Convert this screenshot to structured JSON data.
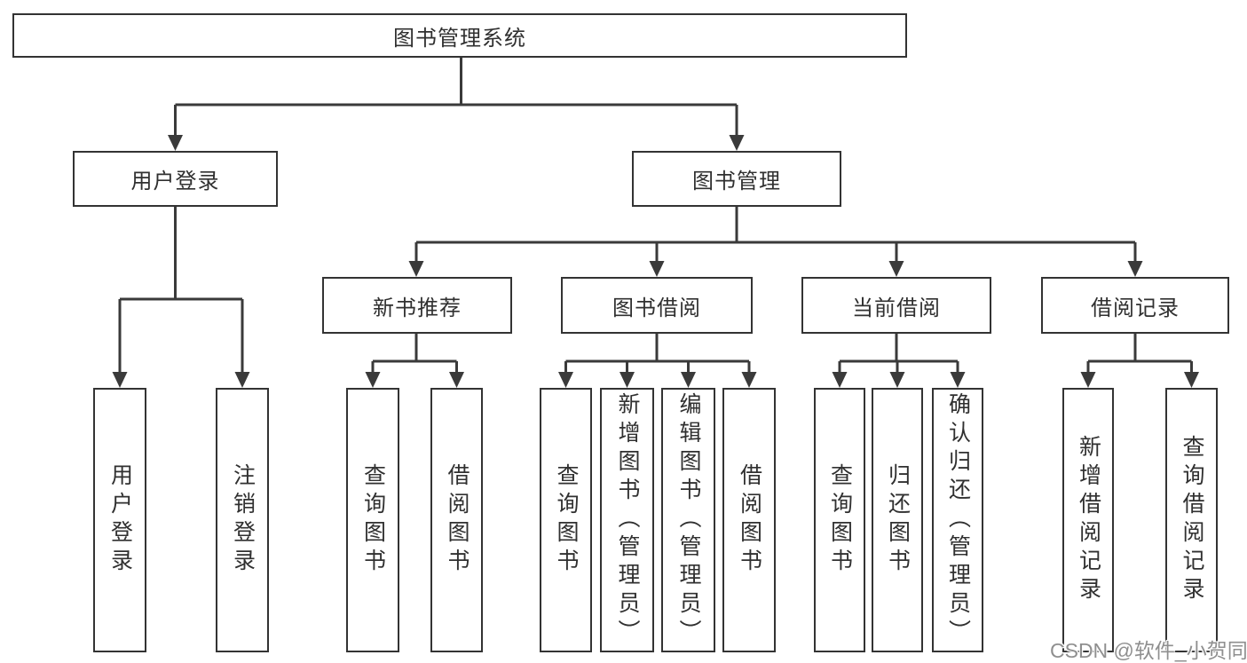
{
  "diagram_title": "图书管理系统",
  "colors": {
    "line": "#3a3a3a",
    "box_border": "#333333",
    "text": "#303030",
    "watermark": "#8f8f8f",
    "background": "#ffffff"
  },
  "nodes": {
    "root": {
      "label": "图书管理系统"
    },
    "level2": [
      {
        "label": "用户登录"
      },
      {
        "label": "图书管理"
      }
    ],
    "level3": [
      {
        "label": "新书推荐",
        "parent": "图书管理"
      },
      {
        "label": "图书借阅",
        "parent": "图书管理"
      },
      {
        "label": "当前借阅",
        "parent": "图书管理"
      },
      {
        "label": "借阅记录",
        "parent": "图书管理"
      }
    ],
    "leaves": [
      {
        "label": "用户登录",
        "parent": "用户登录"
      },
      {
        "label": "注销登录",
        "parent": "用户登录"
      },
      {
        "label": "查询图书",
        "parent": "新书推荐"
      },
      {
        "label": "借阅图书",
        "parent": "新书推荐"
      },
      {
        "label": "查询图书",
        "parent": "图书借阅"
      },
      {
        "label": "新增图书（管理员）",
        "parent": "图书借阅"
      },
      {
        "label": "编辑图书（管理员）",
        "parent": "图书借阅"
      },
      {
        "label": "借阅图书",
        "parent": "图书借阅"
      },
      {
        "label": "查询图书",
        "parent": "当前借阅"
      },
      {
        "label": "归还图书",
        "parent": "当前借阅"
      },
      {
        "label": "确认归还（管理员）",
        "parent": "当前借阅"
      },
      {
        "label": "新增借阅记录",
        "parent": "借阅记录"
      },
      {
        "label": "查询借阅记录",
        "parent": "借阅记录"
      }
    ]
  },
  "watermark": {
    "text": "CSDN @软件_小贺同学"
  }
}
